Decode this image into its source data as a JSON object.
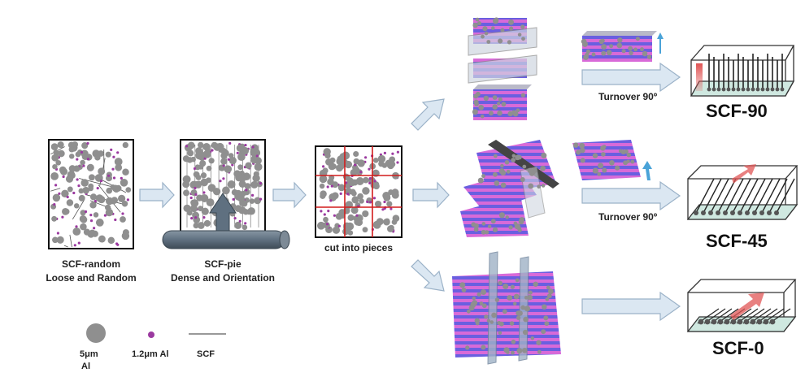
{
  "stage1": {
    "line1": "SCF-random",
    "line2": "Loose and Random"
  },
  "stage2": {
    "line1": "SCF-pie",
    "line2": "Dense and Orientation"
  },
  "stage3": {
    "label": "cut into pieces"
  },
  "turnover_top": "Turnover 90º",
  "turnover_mid": "Turnover 90º",
  "results": {
    "r90": "SCF-90",
    "r45": "SCF-45",
    "r0": "SCF-0"
  },
  "legend": {
    "big_al_line1": "5μm",
    "big_al_line2": "Al",
    "small_al": "1.2μm Al",
    "scf": "SCF"
  },
  "colors": {
    "stripe_pink": "#d86ad8",
    "stripe_blue": "#6a5fe0",
    "particle": "#8f8f8f",
    "small_particle": "#9b3aa0",
    "arrow_fill": "#dbe7f2",
    "arrow_stroke": "#9bb2c8",
    "cut_line": "#d21c1c",
    "piston": "#5f7080",
    "red_arrow": "#e05555"
  }
}
